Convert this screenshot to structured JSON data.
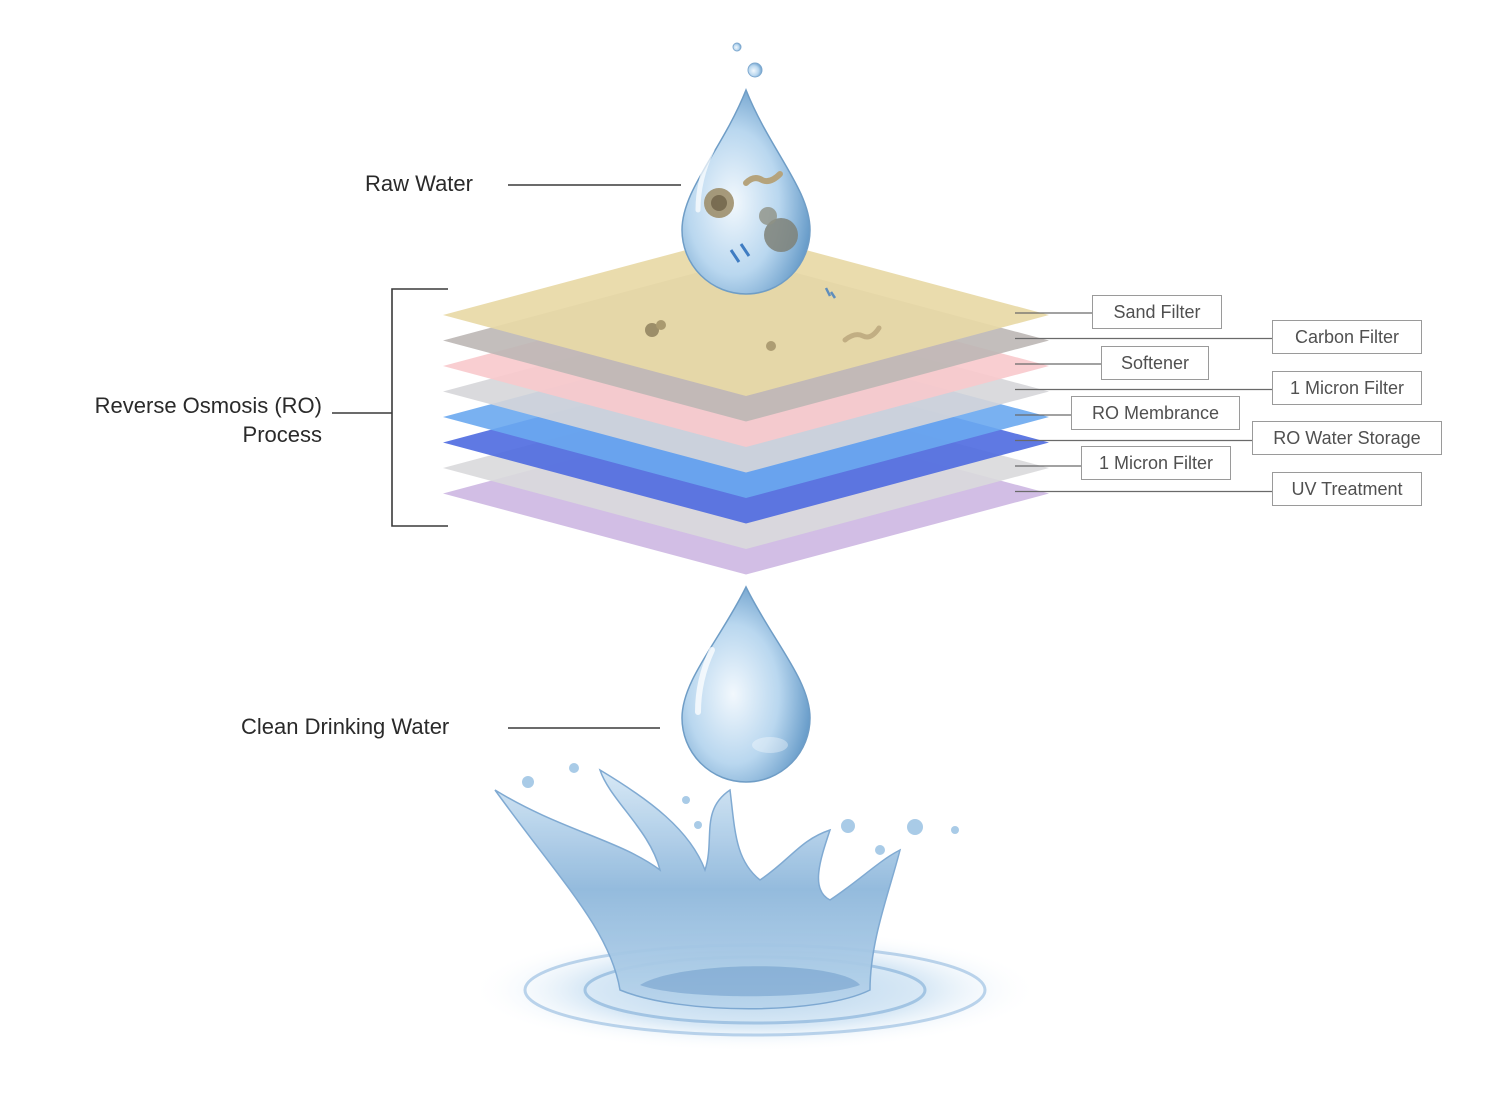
{
  "labels": {
    "raw_water": "Raw Water",
    "ro_process_line1": "Reverse Osmosis (RO)",
    "ro_process_line2": "Process",
    "clean_water": "Clean Drinking Water"
  },
  "stages": [
    {
      "name": "Sand Filter",
      "color": "#e8d9a6"
    },
    {
      "name": "Carbon Filter",
      "color": "#bdb7b5"
    },
    {
      "name": "Softener",
      "color": "#f8c9cc"
    },
    {
      "name": "1 Micron Filter",
      "color": "#d6d6d9"
    },
    {
      "name": "RO Membrance",
      "color": "#6aa8ef"
    },
    {
      "name": "RO Water Storage",
      "color": "#4e6ae0"
    },
    {
      "name": "1 Micron Filter",
      "color": "#d9d9dc"
    },
    {
      "name": "UV Treatment",
      "color": "#cdb7e2"
    }
  ],
  "colors": {
    "water_light": "#e4f1fb",
    "water_mid": "#9ec7e8",
    "water_dark": "#5d94c4",
    "line": "#4a4a4a",
    "box_border": "#9a9a9a"
  },
  "icons": [
    "water-drop-icon",
    "bacteria-icon",
    "splash-icon"
  ]
}
